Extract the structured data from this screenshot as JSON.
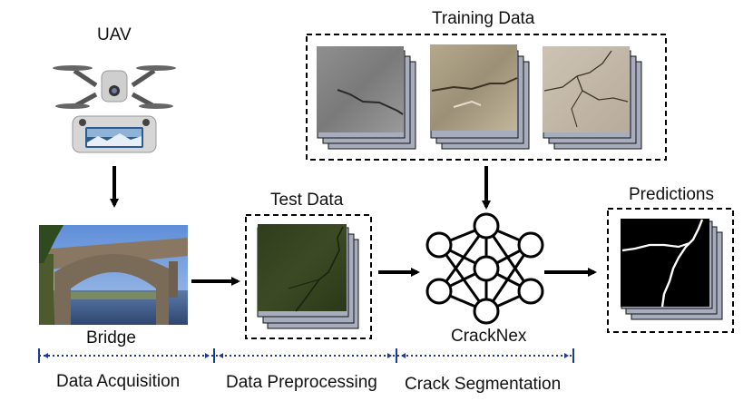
{
  "labels": {
    "uav": "UAV",
    "training_data": "Training Data",
    "test_data": "Test Data",
    "predictions": "Predictions",
    "bridge": "Bridge",
    "model": "CrackNex"
  },
  "stages": [
    "Data Acquisition",
    "Data Preprocessing",
    "Crack Segmentation"
  ],
  "colors": {
    "arrow": "#000000",
    "dashed_box": "#000000",
    "stack_back": "#a7adbd",
    "stage_line": "#1f3a93",
    "crack_mask_bg": "#000000",
    "crack_mask_fg": "#ffffff"
  }
}
